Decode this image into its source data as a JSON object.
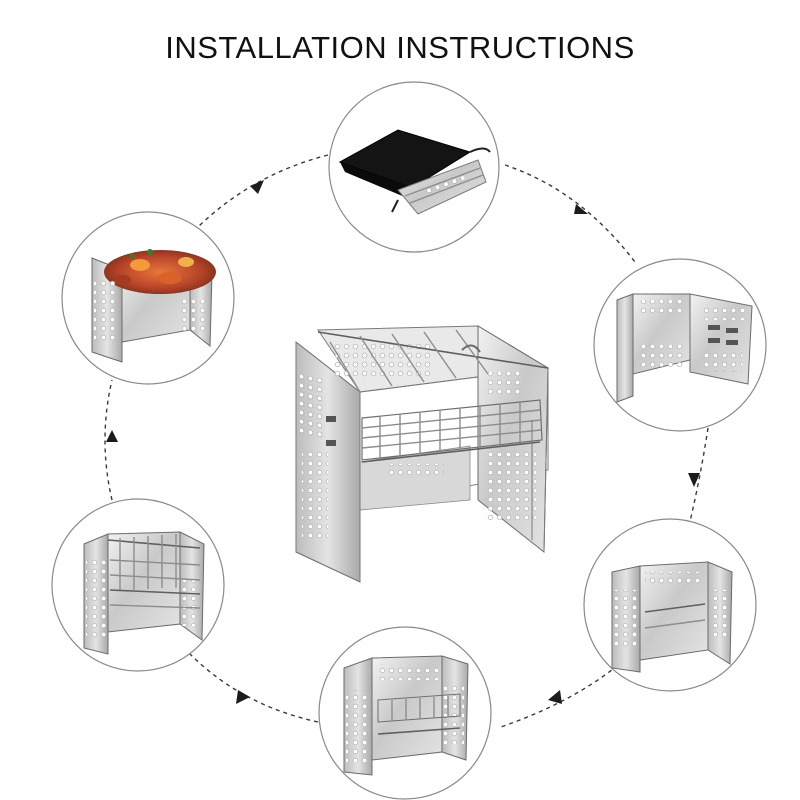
{
  "title": "INSTALLATION INSTRUCTIONS",
  "colors": {
    "background": "#ffffff",
    "title_text": "#111111",
    "steel": "#c8c8c8",
    "bag": "#141414",
    "food": "#c0502a"
  },
  "steps": [
    {
      "name": "storage-bag",
      "icon": "storage-bag-icon"
    },
    {
      "name": "unfolded-panels",
      "icon": "panels-icon"
    },
    {
      "name": "box-formed",
      "icon": "box-icon"
    },
    {
      "name": "grid-inserted",
      "icon": "grid-icon"
    },
    {
      "name": "rack-installed",
      "icon": "rack-icon"
    },
    {
      "name": "cooking-food",
      "icon": "food-icon"
    }
  ]
}
